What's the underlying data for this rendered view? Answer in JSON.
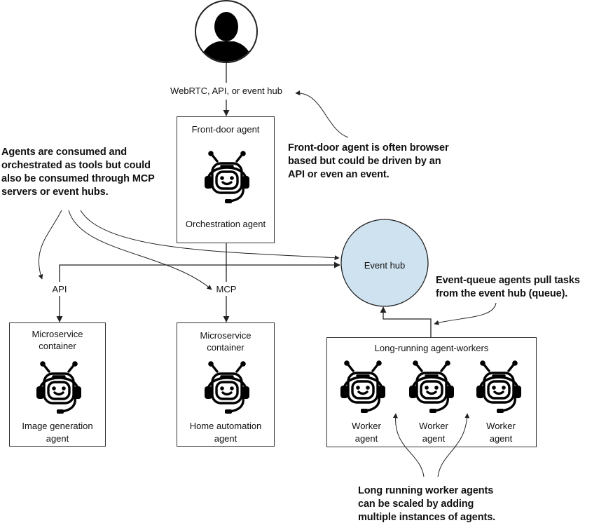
{
  "labels": {
    "top_protocols": "WebRTC, API, or event hub",
    "api": "API",
    "mcp": "MCP",
    "event_hub": "Event hub"
  },
  "boxes": {
    "front_door": {
      "title": "Front-door agent",
      "agent": "Orchestration agent"
    },
    "image_gen": {
      "title_l1": "Microservice",
      "title_l2": "container",
      "agent_l1": "Image generation",
      "agent_l2": "agent"
    },
    "home_auto": {
      "title_l1": "Microservice",
      "title_l2": "container",
      "agent_l1": "Home automation",
      "agent_l2": "agent"
    },
    "workers": {
      "title": "Long-running agent-workers",
      "items": [
        {
          "l1": "Worker",
          "l2": "agent"
        },
        {
          "l1": "Worker",
          "l2": "agent"
        },
        {
          "l1": "Worker",
          "l2": "agent"
        }
      ]
    }
  },
  "notes": {
    "tools": [
      "Agents are consumed and",
      "orchestrated as tools but could",
      "also be consumed through MCP",
      "servers or event hubs."
    ],
    "front_door": [
      "Front-door agent is often browser",
      "based but could be driven by an",
      "API or even an event."
    ],
    "event_queue": [
      "Event-queue agents pull tasks",
      "from the event hub (queue)."
    ],
    "scaling": [
      "Long running worker agents",
      "can be scaled by adding",
      "multiple instances of agents."
    ]
  },
  "icons": {
    "user": "user-avatar-icon",
    "agent": "robot-headset-icon"
  },
  "colors": {
    "event_hub_fill": "#cfe2f0",
    "line": "#222222"
  }
}
